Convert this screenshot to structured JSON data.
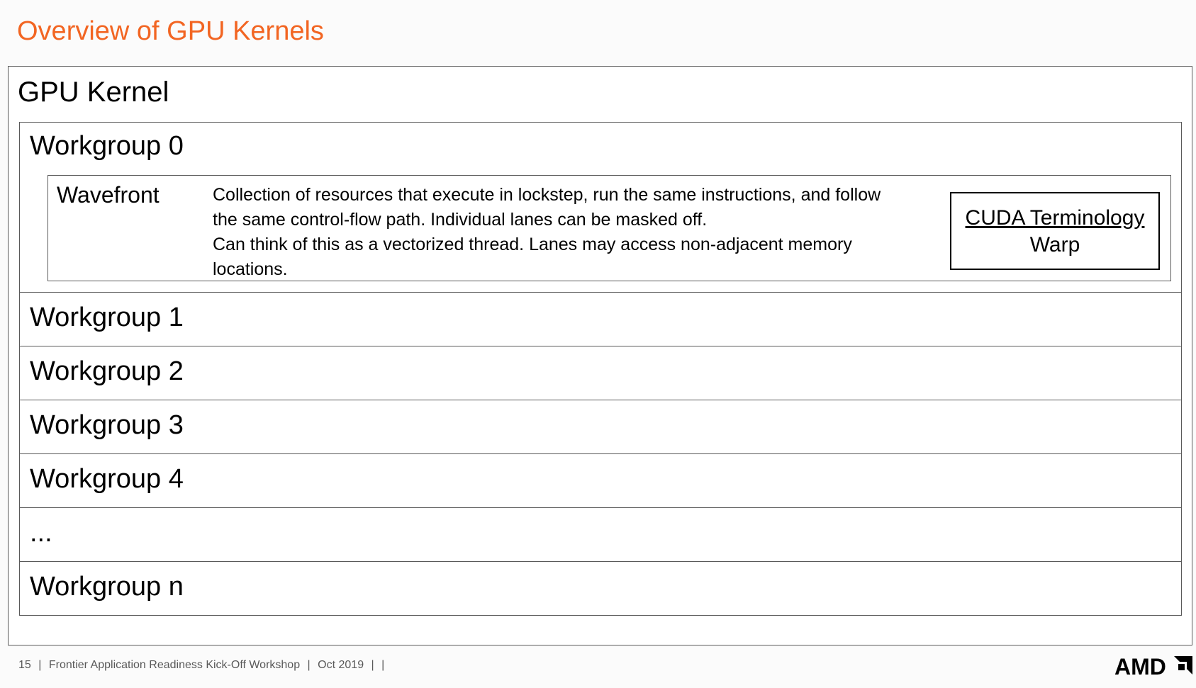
{
  "slide": {
    "title": "Overview of GPU Kernels"
  },
  "diagram": {
    "kernel_label": "GPU Kernel",
    "workgroups": [
      "Workgroup 0",
      "Workgroup 1",
      "Workgroup 2",
      "Workgroup 3",
      "Workgroup 4",
      "...",
      "Workgroup n"
    ],
    "wavefront": {
      "label": "Wavefront",
      "description_lines": [
        "Collection of resources that execute in lockstep, run the same instructions, and follow",
        "the same control-flow path. Individual lanes can be masked off.",
        "Can think of this as a vectorized thread. Lanes may access non-adjacent memory",
        "locations."
      ]
    },
    "cuda_terminology": {
      "heading": "CUDA Terminology",
      "term": "Warp"
    }
  },
  "footer": {
    "page_number": "15",
    "separator": "|",
    "event": "Frontier Application Readiness Kick-Off Workshop",
    "date": "Oct 2019",
    "logo_text": "AMD"
  },
  "colors": {
    "title_accent": "#f26522",
    "box_border": "#595959",
    "footer_text": "#595959"
  }
}
